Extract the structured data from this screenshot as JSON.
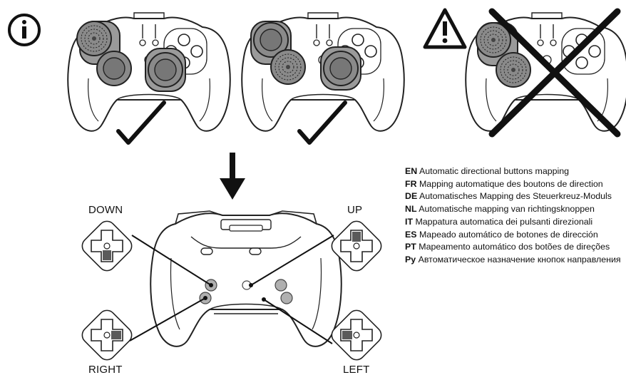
{
  "colors": {
    "ink": "#1a1a1a",
    "pad_fill": "#8a8a8a",
    "pad_dark": "#5a5a5a",
    "marker": "#b0b0b0"
  },
  "icons": [
    "info-icon",
    "warning-icon",
    "checkmark-icon",
    "cross-icon",
    "arrow-down-icon",
    "dpad-icon"
  ],
  "direction_labels": {
    "down": "DOWN",
    "up": "UP",
    "right": "RIGHT",
    "left": "LEFT"
  },
  "legend": [
    {
      "code": "EN",
      "text": "Automatic directional buttons mapping"
    },
    {
      "code": "FR",
      "text": "Mapping automatique des boutons de direction"
    },
    {
      "code": "DE",
      "text": "Automatisches Mapping des Steuerkreuz-Moduls"
    },
    {
      "code": "NL",
      "text": "Automatische mapping van richtingsknoppen"
    },
    {
      "code": "IT",
      "text": "Mappatura automatica dei pulsanti direzionali"
    },
    {
      "code": "ES",
      "text": "Mapeado automático de botones de dirección"
    },
    {
      "code": "PT",
      "text": "Mapeamento automático dos botões de direções"
    },
    {
      "code": "Ру",
      "text": "Автоматическое назначение кнопок направления"
    }
  ]
}
